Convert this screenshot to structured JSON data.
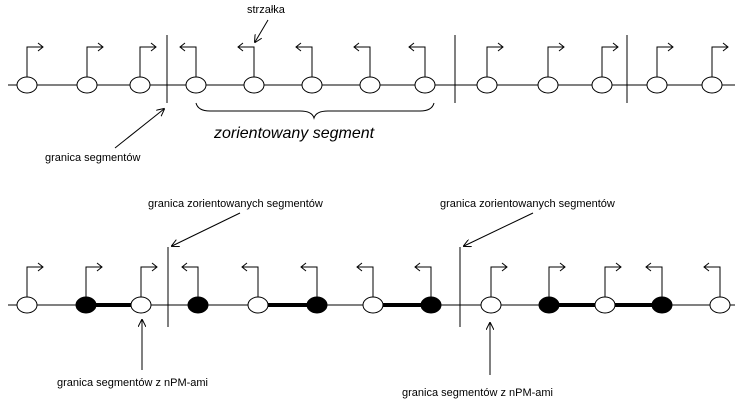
{
  "labels": {
    "arrow": "strzałka",
    "oriented_segment": "zorientowany segment",
    "segment_border": "granica segmentów",
    "oriented_border_1": "granica zorientowanych segmentów",
    "oriented_border_2": "granica zorientowanych segmentów",
    "npm_border_1": "granica segmentów z nPM-ami",
    "npm_border_2": "granica segmentów z nPM-ami"
  },
  "top_row": {
    "nodes": [
      {
        "arrow": "right"
      },
      {
        "arrow": "right"
      },
      {
        "arrow": "right"
      },
      {
        "arrow": "left"
      },
      {
        "arrow": "left"
      },
      {
        "arrow": "left"
      },
      {
        "arrow": "left"
      },
      {
        "arrow": "left"
      },
      {
        "arrow": "right"
      },
      {
        "arrow": "right"
      },
      {
        "arrow": "right"
      },
      {
        "arrow": "right"
      },
      {
        "arrow": "right"
      }
    ]
  },
  "bottom_row": {
    "nodes": [
      {
        "arrow": "right",
        "filled": false
      },
      {
        "arrow": "right",
        "filled": true
      },
      {
        "arrow": "right",
        "filled": false
      },
      {
        "arrow": "left",
        "filled": true
      },
      {
        "arrow": "left",
        "filled": false
      },
      {
        "arrow": "left",
        "filled": true
      },
      {
        "arrow": "left",
        "filled": false
      },
      {
        "arrow": "left",
        "filled": true
      },
      {
        "arrow": "right",
        "filled": false
      },
      {
        "arrow": "right",
        "filled": true
      },
      {
        "arrow": "right",
        "filled": false
      },
      {
        "arrow": "left",
        "filled": true
      },
      {
        "arrow": "left",
        "filled": false
      }
    ]
  }
}
